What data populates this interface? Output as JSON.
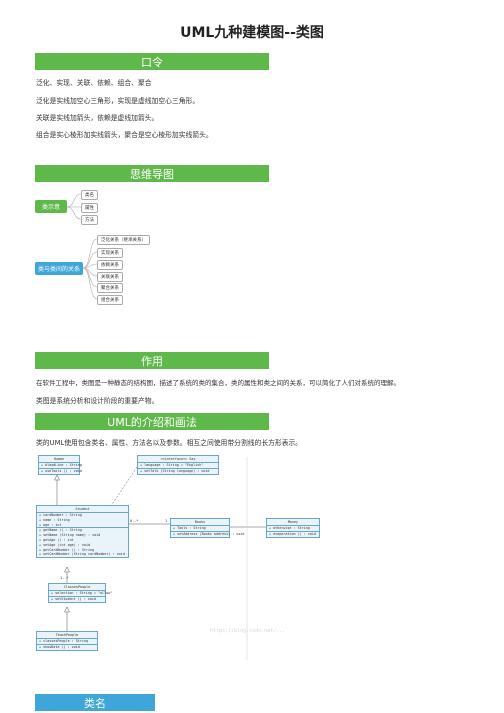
{
  "doc_title": "UML九种建模图--类图",
  "sections": {
    "mnemonic": {
      "heading": "口令",
      "lines": [
        "泛化、实现、关联、依赖、组合、聚合",
        "泛化是实线加空心三角形，实现是虚线加空心三角形。",
        "关联是实线加箭头，依赖是虚线加箭头。",
        "组合是实心棱形加实线箭头，聚合是空心棱形加实线箭头。"
      ]
    },
    "mindmap": {
      "heading": "思维导图",
      "root1": "类示意",
      "root1_children": [
        "类名",
        "属性",
        "方法"
      ],
      "root2": "类与类间的关系",
      "root2_children": [
        "泛化关系（继承关系）",
        "实现关系",
        "依赖关系",
        "关联关系",
        "聚合关系",
        "组合关系"
      ]
    },
    "purpose": {
      "heading": "作用",
      "lines": [
        "在软件工程中，类图是一种静态的结构图，描述了系统的类的集合，类的属性和类之间的关系，可以简化了人们对系统的理解。",
        "类图是系统分析和设计阶段的重要产物。"
      ]
    },
    "intro": {
      "heading": "UML的介绍和画法",
      "line": "类的UML使用包含类名、属性、方法名以及参数。相互之间使用带分割线的长方形表示。"
    },
    "classname": {
      "heading": "类名"
    }
  },
  "uml": {
    "human": {
      "name": "Human",
      "rows": [
        "+ bloodLine : String",
        "+ useTools () : void"
      ]
    },
    "say": {
      "name": "Say",
      "stereo": "<<interface>>",
      "rows": [
        "+ language : String = \"English\"",
        "+ setTalk (String language) : void"
      ]
    },
    "student": {
      "name": "Student",
      "rows": [
        "+ cardNumber : String",
        "+ name : String",
        "+ age : int",
        "+ getName () : String",
        "+ setName (String name) : void",
        "+ getAge () : int",
        "+ setAge (int age) : void",
        "+ getCardNumber () : String",
        "+ setCardNumber (String cardNumber) : void"
      ]
    },
    "books": {
      "name": "Books",
      "rows": [
        "+ Tools : String",
        "+ setAddress (Books address) : void"
      ]
    },
    "money": {
      "name": "Money",
      "rows": [
        "+ otherwise : String",
        "+ evaporation () : void"
      ]
    },
    "cclass": {
      "name": "ClassesPeople",
      "rows": [
        "+ selection : String = \"allow\"",
        "+ setStudent () : void"
      ]
    },
    "teacher": {
      "name": "TeachPeople",
      "rows": [
        "+ classesPeople : String",
        "+ showData () : void"
      ]
    },
    "mult": [
      "0..*",
      "1",
      "1..*"
    ]
  },
  "watermark": "https://blog.csdn.net/..."
}
